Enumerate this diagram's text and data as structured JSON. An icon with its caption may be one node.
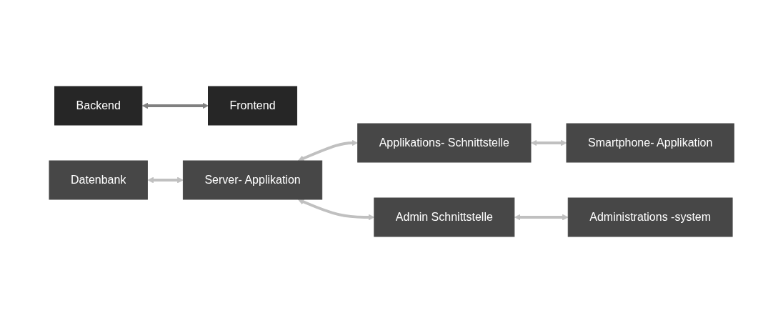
{
  "diagram": {
    "nodes": [
      {
        "text": [
          "Backend"
        ]
      },
      {
        "text": [
          "Frontend"
        ]
      },
      {
        "text": [
          "Datenbank"
        ]
      },
      {
        "text": [
          "Applikations- Schnittstelle"
        ]
      },
      {
        "text": [
          "Smartphone- Applikation"
        ]
      },
      {
        "text": [
          "Server- Applikation"
        ]
      },
      {
        "text": [
          "Admin Schnittstelle"
        ]
      },
      {
        "text": [
          "Administrations -system"
        ]
      }
    ],
    "edges": [
      {
        "from": 0,
        "to": 1,
        "arrow": "both",
        "color": "#808080"
      },
      {
        "from": 2,
        "to": 5,
        "arrow": "both"
      },
      {
        "from": 5,
        "to": 3,
        "arrow": "both"
      },
      {
        "from": 5,
        "to": 6,
        "arrow": "both"
      },
      {
        "from": 3,
        "to": 4,
        "arrow": "both"
      },
      {
        "from": 6,
        "to": 7,
        "arrow": "both"
      }
    ]
  }
}
